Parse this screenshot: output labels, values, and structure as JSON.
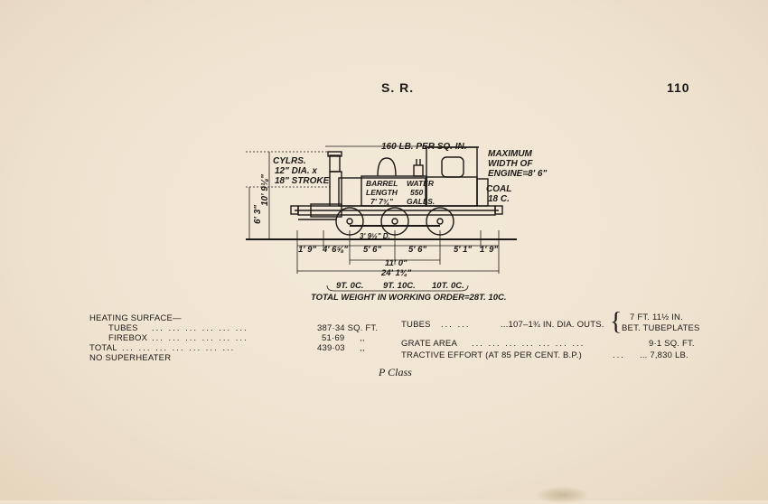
{
  "header": {
    "railway": "S. R.",
    "page_number": "110"
  },
  "drawing": {
    "pressure": "160 LB. PER SQ. IN.",
    "cylinders": [
      "CYLRS.",
      "12\" DIA. x",
      "18\" STROKE"
    ],
    "height_overall": "10' 9⅛\"",
    "height_boiler": "6' 3\"",
    "barrel": [
      "BARREL",
      "LENGTH",
      "7' 7¾\""
    ],
    "water": [
      "WATER",
      "550",
      "GALLS."
    ],
    "max_width": [
      "MAXIMUM",
      "WIDTH OF",
      "ENGINE=8' 6\""
    ],
    "coal": [
      "COAL",
      "18 C."
    ],
    "wheel_dia": "3' 9½\" D.",
    "front_overhang": "1' 9\"",
    "front_to_cyl": "4' 6⅝\"",
    "wheelbase_1": "5' 6\"",
    "wheelbase_2": "5' 6\"",
    "rear_to_buffer": "5' 1\"",
    "rear_overhang": "1' 9\"",
    "total_wheelbase": "11' 0\"",
    "total_length": "24' 1¾\"",
    "axle_weights": [
      "9T. 0C.",
      "9T. 10C.",
      "10T. 0C."
    ],
    "total_weight": "TOTAL WEIGHT IN WORKING ORDER=28T. 10C."
  },
  "specs": {
    "heating_surface_label": "HEATING SURFACE—",
    "tubes_label": "TUBES",
    "tubes_value": "387·34 SQ. FT.",
    "firebox_label": "FIREBOX",
    "firebox_value": "51·69",
    "total_label": "TOTAL",
    "total_value": "439·03",
    "ditto": ",,",
    "superheater": "NO SUPERHEATER",
    "tubes_right_label": "TUBES",
    "tubes_right_value": "...107–1¾ IN. DIA. OUTS.",
    "tubeplates_1": "7 FT. 11½ IN.",
    "tubeplates_2": "BET. TUBEPLATES",
    "grate_label": "GRATE AREA",
    "grate_value": "9·1 SQ. FT.",
    "tractive_label": "TRACTIVE EFFORT (AT 85 PER CENT. B.P.)",
    "tractive_value": "... 7,830 LB.",
    "dots_short": "...   ...",
    "dots_mid": "...   ...   ...   ...   ...   ...",
    "dots_long": "...   ...   ...   ...   ...   ...   ...",
    "dots_grate": "...   ...   ...   ...   ...   ...   ...",
    "dots_tract": "..."
  },
  "caption": "P Class"
}
